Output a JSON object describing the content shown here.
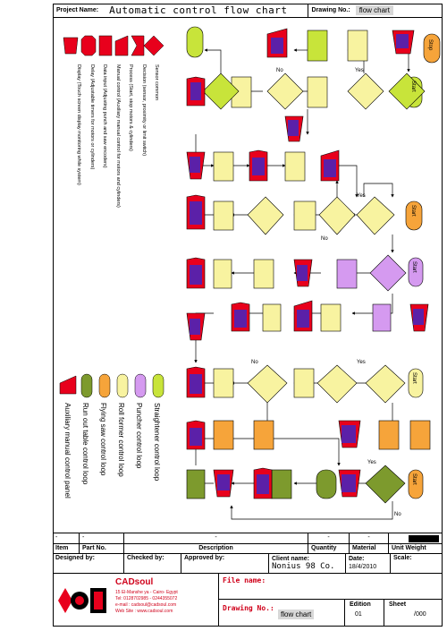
{
  "header": {
    "project_label": "Project Name:",
    "title": "Automatic control flow chart",
    "drawing_label": "Drawing No.:",
    "drawing_value": "flow chart"
  },
  "legend_shapes": [
    {
      "label": "Sensor common"
    },
    {
      "label": "Decision (sensor, proximity or limit switch)"
    },
    {
      "label": "Process (Start, stop motors & cylinders)"
    },
    {
      "label": "Manual control (Auxiliary manual control for motors and cylinders)"
    },
    {
      "label": "Data input (Adjusting punch and saw encoders)"
    },
    {
      "label": "Delay (Adjustable timers for motors or cylinders)"
    },
    {
      "label": "Display (Touch screen display monitoring while system)"
    }
  ],
  "legend_loops": [
    {
      "label": "Straightener control loop"
    },
    {
      "label": "Puncher control loop"
    },
    {
      "label": "Roll former control loop"
    },
    {
      "label": "Flying saw control loop"
    },
    {
      "label": "Run out table control loop"
    },
    {
      "label": "Auxiliary manual control panel"
    }
  ],
  "flow": {
    "start_label": "Start",
    "end_label": "Stop",
    "yes_label": "Yes",
    "no_label": "No"
  },
  "title_block": {
    "row1": {
      "c1": "-",
      "c2": "-",
      "c3": "-",
      "c4": "-",
      "c5": "-"
    },
    "row2": {
      "item": "Item",
      "part": "Part No.",
      "desc": "Description",
      "qty": "Quantity",
      "mat": "Material",
      "unit": "Unit Weight"
    },
    "designed": "Designed by:",
    "checked": "Checked by:",
    "approved": "Approved by:",
    "client_label": "Client name:",
    "client_value": "Nonius 98 Co.",
    "date_label": "Date:",
    "date_value": "18/4/2010",
    "scale_label": "Scale:",
    "company": "CADsoul",
    "addr1": "15 El-Manshe ya - Cairo- Egypt",
    "addr2": "Tel: 0128702985 - 0244355072",
    "addr3": "e-mail : cadsoul@cadsoul.com",
    "addr4": "Web Site : www.cadsoul.com",
    "file_label": "File name:",
    "drawing_label": "Drawing No.:",
    "drawing_value": "flow chart",
    "edition_label": "Edition",
    "edition_value": "01",
    "sheet_label": "Sheet",
    "sheet_value": "/000"
  }
}
